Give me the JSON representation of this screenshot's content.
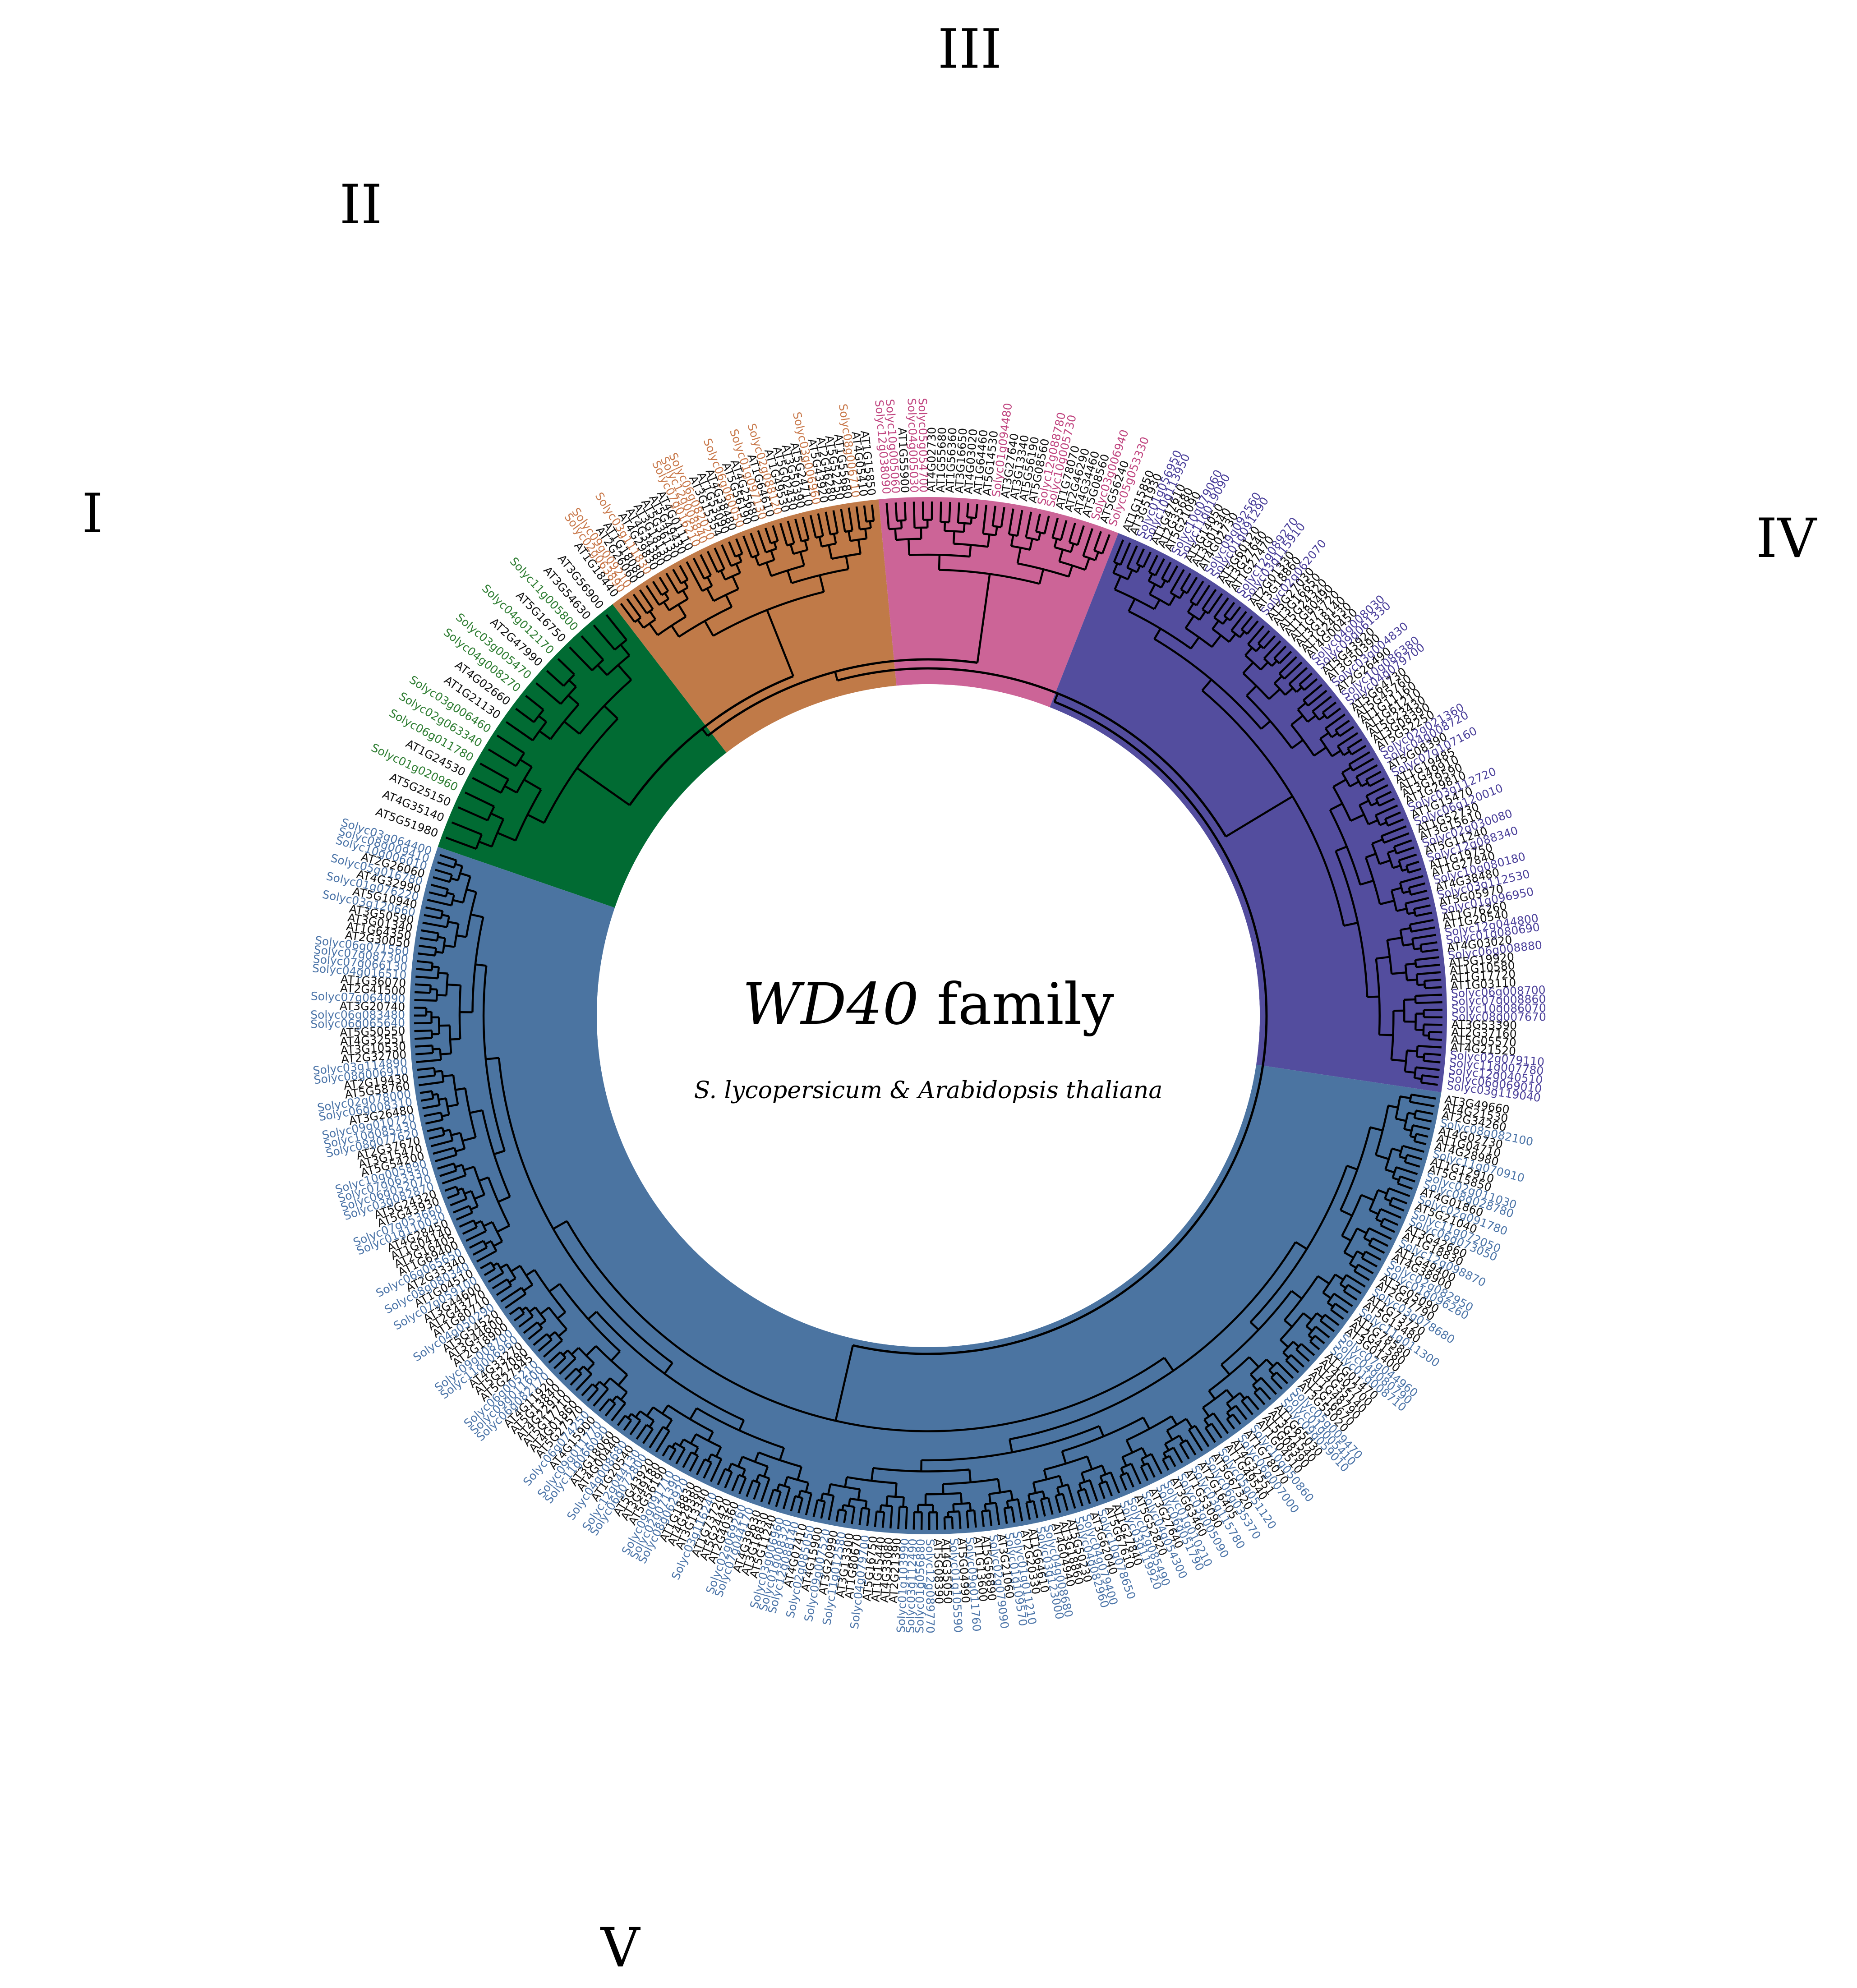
{
  "title": {
    "italic": "WD40",
    "plain": " family"
  },
  "subtitle": "S. lycopersicum & Arabidopsis thaliana",
  "clades": [
    {
      "id": "I",
      "label": "I",
      "color": "#016b33",
      "leaf_color": "#2e7d32",
      "leaves": [
        "AT5G51980",
        "AT4G35140",
        "AT5G25150",
        "Solyc01g020960",
        "AT1G24530",
        "Solyc06g011780",
        "Solyc02g063340",
        "Solyc03g006460",
        "AT1G21130",
        "AT4G02660",
        "Solyc04g008270",
        "Solyc03g005470",
        "AT2G47990",
        "Solyc04g012170",
        "AT5G16750",
        "Solyc11g005800",
        "AT3G54630",
        "AT3G56900"
      ]
    },
    {
      "id": "II",
      "label": "II",
      "color": "#c07a48",
      "leaf_color": "#c8784a",
      "leaves": [
        "AT1G18440",
        "Solyc02g063890",
        "Solyc09g009210",
        "AT2G26060",
        "AT1G18080",
        "Solyc03g111830",
        "AT4G29830",
        "AT4G34380",
        "AT3G18130",
        "AT5G36130",
        "AT5G49430",
        "AT4G01110",
        "Solyc07g016210",
        "Solyc12g008840",
        "Solyc06g082020",
        "AT3G15354",
        "AT1G53090",
        "AT4G38480",
        "Solyc06g060050",
        "AT5G56190",
        "AT4G25680",
        "Solyc01g097130",
        "AT1G64610",
        "Solyc02g088120",
        "AT1G49530",
        "AT5G02430",
        "AT3G50390",
        "AT5G24710",
        "Solyc03g006960",
        "AT5G43920",
        "AT2G46280",
        "AT5G52250",
        "AT1G55680",
        "Solyc08g006710",
        "AT4G05410",
        "AT1G15850"
      ]
    },
    {
      "id": "III",
      "label": "III",
      "color": "#cc6497",
      "leaf_color": "#c0447f",
      "leaves": [
        "Solyc12g038090",
        "Solyc10g005060",
        "AT1G55900",
        "Solyc04g005030",
        "Solyc05g054700",
        "AT4G02730",
        "AT1G55680",
        "AT1G56360",
        "AT3G16650",
        "AT4G03020",
        "AT1G64460",
        "AT5G14530",
        "Solyc01g094480",
        "AT3G27640",
        "AT3G13340",
        "AT5G56190",
        "AT5G08560",
        "Solyc12g088780",
        "Solyc10g005730",
        "AT1G78070",
        "AT2G46290",
        "AT4G34460",
        "AT5G08560",
        "Solyc03g006940",
        "AT5G56240",
        "Solyc05g053330"
      ]
    },
    {
      "id": "IV",
      "label": "IV",
      "color": "#534d9e",
      "leaf_color": "#4a3f9a",
      "leaves": [
        "AT1G15850",
        "AT3G51930",
        "Solyc01g056950",
        "Solyc10g113950",
        "AT1G47610",
        "AT2G35680",
        "AT5G21090",
        "Solyc10g079060",
        "Solyc11g019090",
        "AT5G14050",
        "AT3G01340",
        "AT4G02730",
        "Solyc09g092560",
        "Solyc01g091290",
        "AT5G60120",
        "AT3G27640",
        "AT1G27470",
        "Solyc12g089270",
        "Solyc03g115910",
        "AT2G01330",
        "AT3G18860",
        "Solyc02g062070",
        "AT5G27030",
        "AT3G16650",
        "AT5G24320",
        "AT1G80490",
        "AT1G73720",
        "AT3G18140",
        "AT1G24530",
        "AT4G00450",
        "Solyc04g008030",
        "Solyc09g061330",
        "AT5G43920",
        "AT3G50390",
        "Solyc03g004830",
        "AT2G26490",
        "Solyc10g086380",
        "Solyc04g079700",
        "AT5G64730",
        "AT5G45760",
        "AT1G11160",
        "AT1G61210",
        "AT5G23430",
        "AT3G08390",
        "AT5G52250",
        "Solyc02g021360",
        "Solyc04g008720",
        "AT5G08390",
        "Solyc07g107160",
        "AT1G19485",
        "AT1G49910",
        "AT3G19590",
        "AT1G29810",
        "Solyc03g112720",
        "AT1G15470",
        "Solyc06g120010",
        "AT1G52730",
        "AT3G15610",
        "Solyc02g030080",
        "AT5G11240",
        "Solyc12g088340",
        "AT1G19750",
        "AT1G27840",
        "Solyc10g080180",
        "AT4G38480",
        "Solyc03g112530",
        "AT5G05970",
        "Solyc01g096950",
        "AT1G76260",
        "AT1G20540",
        "Solyc12g044800",
        "Solyc01g080690",
        "AT4G03020",
        "Solyc06g008880",
        "AT5G19920",
        "AT1G10580",
        "AT1G17720",
        "AT1G03110",
        "Solyc06g008700",
        "Solyc07g008860",
        "Solyc10g086070",
        "Solyc08g007670",
        "AT3G53390",
        "AT2G37160",
        "AT5G05570",
        "AT4G21520",
        "Solyc02g079110",
        "Solyc11g007780",
        "Solyc12g040510",
        "Solyc06g069010",
        "Solyc03g119040"
      ]
    },
    {
      "id": "V",
      "label": "V",
      "color": "#4b74a1",
      "leaf_color": "#4b74a8",
      "leaves": [
        "AT3G49660",
        "AT4G21530",
        "AT2G34260",
        "Solyc08g082100",
        "AT4G02730",
        "AT1G04710",
        "AT4G28980",
        "Solyc11g070910",
        "AT1G12910",
        "AT5G15850",
        "Solyc02g011030",
        "Solyc08g028780",
        "AT4G01860",
        "Solyc02g091780",
        "AT5G21040",
        "Solyc11g072050",
        "Solyc06g073050",
        "AT3G42660",
        "AT1G18830",
        "Solyc12g098870",
        "AT1G49400",
        "AT4G38900",
        "Solyc02g082950",
        "Solyc01g096260",
        "AT3G05090",
        "AT2G47790",
        "Solyc03g078680",
        "AT1G73720",
        "AT5G13480",
        "Solyc11g011300",
        "AT1G78580",
        "AT2G41580",
        "AT3G01400",
        "Solyc07g044960",
        "Solyc04g080790",
        "Solyc01g008710",
        "AT1G01470",
        "AT4G02700",
        "AT4G35140",
        "AT1G48790",
        "AT2G16670",
        "AT3G55020",
        "Solyc05g009470",
        "Solyc01g005410",
        "Solyc09g059010",
        "AT1G65030",
        "AT3G21540",
        "AT5G08390",
        "AT1G04510",
        "Solyc10g050860",
        "AT1G78070",
        "Solyc06g007000",
        "AT4G32551",
        "AT1G49540",
        "Solyc05g051120",
        "AT5G67320",
        "Solyc06g035370",
        "AT2G16405",
        "Solyc03g115780",
        "AT1G53090",
        "Solyc03g005090",
        "AT3G63460",
        "Solyc01g010210",
        "Solyc06g051790",
        "AT3G27640",
        "Solyc04g054300",
        "AT5G52820",
        "Solyc02g085490",
        "Solyc03g119920",
        "AT1G27840",
        "AT5G67610",
        "Solyc10g078650",
        "AT3G62040",
        "Solyc04g079400",
        "Solyc04g082960",
        "AT5G50230",
        "AT3G18860",
        "AT4G04940",
        "Solyc04g008680",
        "Solyc03g123000",
        "AT1G64610",
        "AT2G20330",
        "Solyc01g011210",
        "Solyc01g109570",
        "AT3G21060",
        "Solyc02g079090",
        "AT5G56890",
        "AT1G13600",
        "Solyc09g011760",
        "AT5G04990",
        "Solyc01g105590",
        "AT4G35050",
        "AT5G08390",
        "Solyc12g089770",
        "Solyc01g056880",
        "Solyc03g112490",
        "Solyc01g103990",
        "AT2G21390",
        "AT4G33080",
        "AT1G15440",
        "AT5G16750",
        "Solyc04g079700",
        "AT1G80670",
        "AT3G13300",
        "Solyc11g012580",
        "AT3G20990",
        "Solyc09g007520",
        "AT4G15900",
        "Solyc02g085050",
        "AT4G07410",
        "Solyc12g088140",
        "Solyc01g008320",
        "Solyc03g006960",
        "AT5G11240",
        "AT3G16830",
        "AT4G39630",
        "Solyc07g044170",
        "Solyc02g069260",
        "AT2G40360",
        "AT5G24420",
        "AT1G73720",
        "Solyc03g116240",
        "AT3G13340",
        "AT4G29380",
        "AT1G18830",
        "Solyc08g062920",
        "Solyc02g071390",
        "Solyc09g091710",
        "AT5G56190",
        "AT3G49180",
        "AT5G43920",
        "Solyc06g072800",
        "Solyc12g044130",
        "AT1G20540",
        "Solyc04g008680",
        "AT4G00440",
        "AT3G18060",
        "Solyc11g066090",
        "Solyc09g011770",
        "AT4G15900",
        "Solyc06g074250",
        "AT5G27570",
        "AT4G01860",
        "AT5G17710",
        "AT4G22910",
        "AT5G13840",
        "AT4G11920",
        "Solyc06g082170",
        "Solyc09g011600",
        "Solyc06g005210",
        "AT5G27945",
        "AT5G27080",
        "AT4G33270",
        "Solyc11g006960",
        "Solyc09g008700",
        "AT2G18900",
        "AT3G44600",
        "AT5G54520",
        "Solyc04g050290",
        "AT1G80710",
        "AT2G43770",
        "AT3G44600",
        "Solyc07g059100",
        "AT1G04510",
        "Solyc08g080340",
        "AT2G33340",
        "Solyc06g065650",
        "AT1G69400",
        "AT2G16405",
        "AT1G04140",
        "AT4G28450",
        "Solyc01g110030",
        "Solyc07g053660",
        "AT5G43930",
        "AT5G24320",
        "Solyc03g082870",
        "Solyc06g052070",
        "Solyc07g063330",
        "Solyc10g005890",
        "AT5G54200",
        "AT3G15470",
        "AT2G37670",
        "Solyc08g077620",
        "Solyc10g085430",
        "Solyc09g010720",
        "AT3G26480",
        "Solyc06g008310",
        "Solyc02g078000",
        "AT5G58760",
        "AT2G19430",
        "Solyc08g006910",
        "Solyc03g114890",
        "AT2G32700",
        "AT3G10530",
        "AT4G32551",
        "AT5G50550",
        "Solyc06g065640",
        "Solyc06g083480",
        "AT3G20740",
        "Solyc07g064090",
        "AT2G41500",
        "AT1G36070",
        "Solyc04g016510",
        "Solyc07g066130",
        "Solyc07g087300",
        "Solyc06g071560",
        "AT2G30050",
        "AT1G64350",
        "AT3G01340",
        "AT3G50590",
        "Solyc03g120660",
        "AT5G10940",
        "Solyc01g076220",
        "AT4G32990",
        "Solyc05g016780",
        "AT2G26060",
        "Solyc10g006010",
        "Solyc08g009410",
        "Solyc03g064400"
      ]
    }
  ]
}
